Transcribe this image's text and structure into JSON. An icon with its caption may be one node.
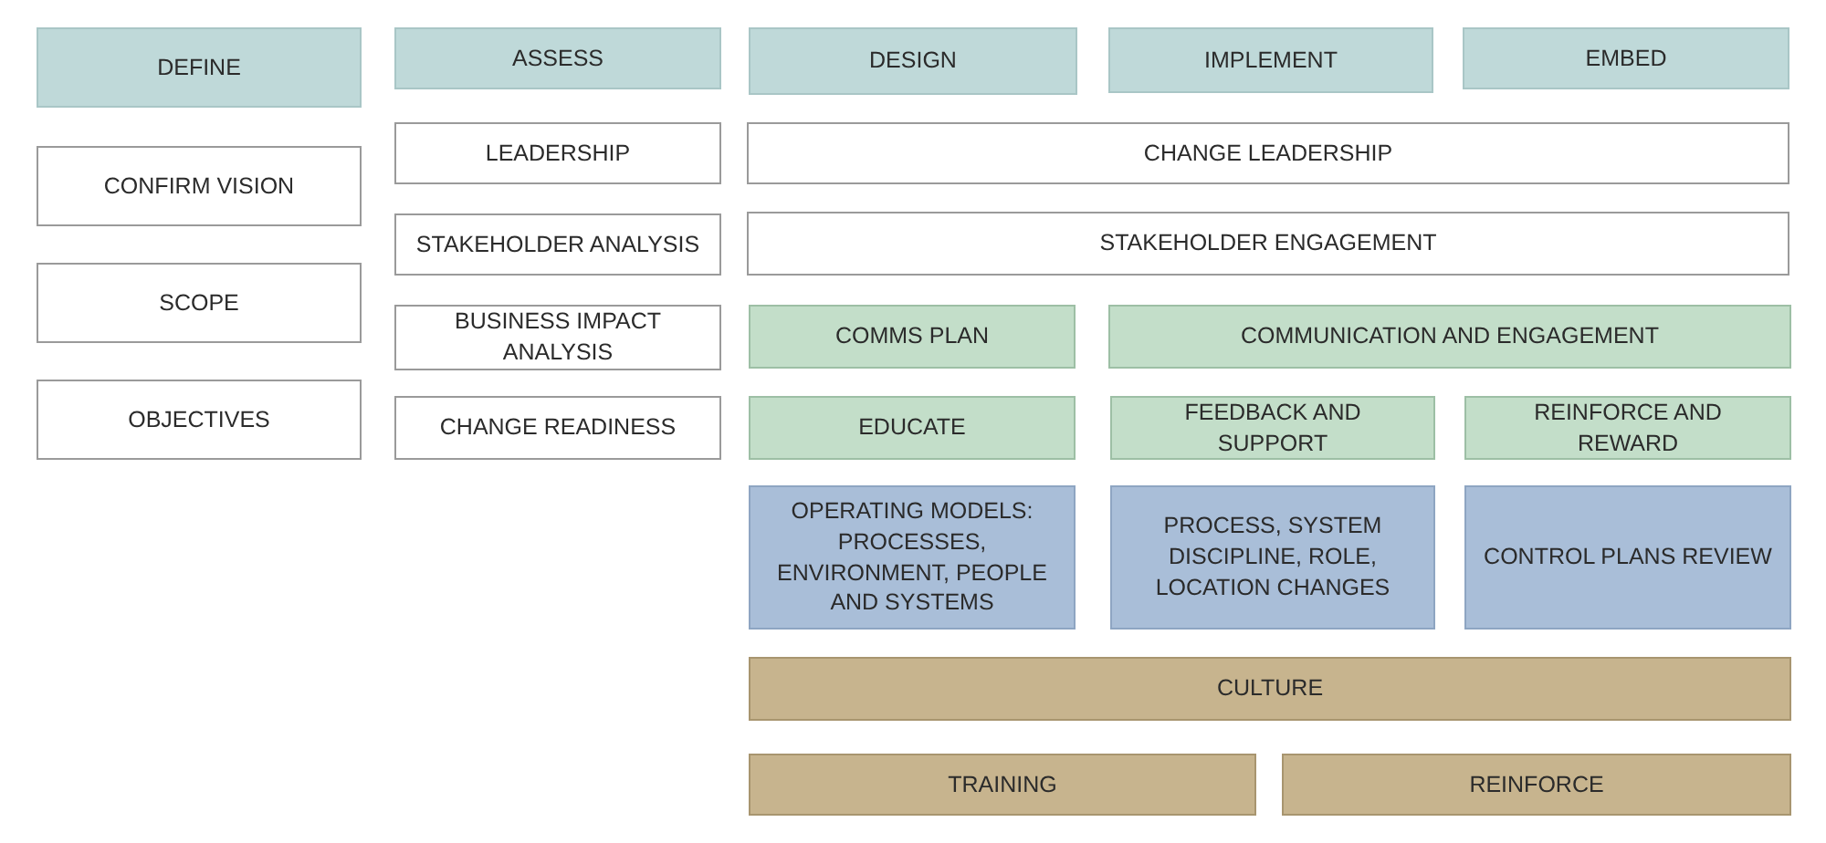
{
  "diagram": {
    "nodes": [
      {
        "text": [
          "DEFINE"
        ]
      },
      {
        "text": [
          "ASSESS"
        ]
      },
      {
        "text": [
          "DESIGN"
        ]
      },
      {
        "text": [
          "IMPLEMENT"
        ]
      },
      {
        "text": [
          "EMBED"
        ]
      },
      {
        "text": [
          "CONFIRM VISION"
        ]
      },
      {
        "text": [
          "LEADERSHIP"
        ]
      },
      {
        "text": [
          "CHANGE LEADERSHIP"
        ]
      },
      {
        "text": [
          "SCOPE"
        ]
      },
      {
        "text": [
          "STAKEHOLDER ANALYSIS"
        ]
      },
      {
        "text": [
          "STAKEHOLDER ENGAGEMENT"
        ]
      },
      {
        "text": [
          "OBJECTIVES"
        ]
      },
      {
        "text": [
          "BUSINESS IMPACT ANALYSIS"
        ]
      },
      {
        "text": [
          "COMMS PLAN"
        ]
      },
      {
        "text": [
          "COMMUNICATION AND ENGAGEMENT"
        ]
      },
      {
        "text": [
          "CHANGE READINESS"
        ]
      },
      {
        "text": [
          "EDUCATE"
        ]
      },
      {
        "text": [
          "FEEDBACK AND SUPPORT"
        ]
      },
      {
        "text": [
          "REINFORCE AND REWARD"
        ]
      },
      {
        "text": [
          "OPERATING MODELS: PROCESSES, ENVIRONMENT, PEOPLE AND SYSTEMS"
        ]
      },
      {
        "text": [
          "PROCESS, SYSTEM DISCIPLINE, ROLE, LOCATION CHANGES"
        ]
      },
      {
        "text": [
          "CONTROL PLANS REVIEW"
        ]
      },
      {
        "text": [
          "CULTURE"
        ]
      },
      {
        "text": [
          "TRAINING"
        ]
      },
      {
        "text": [
          "REINFORCE"
        ]
      }
    ]
  }
}
